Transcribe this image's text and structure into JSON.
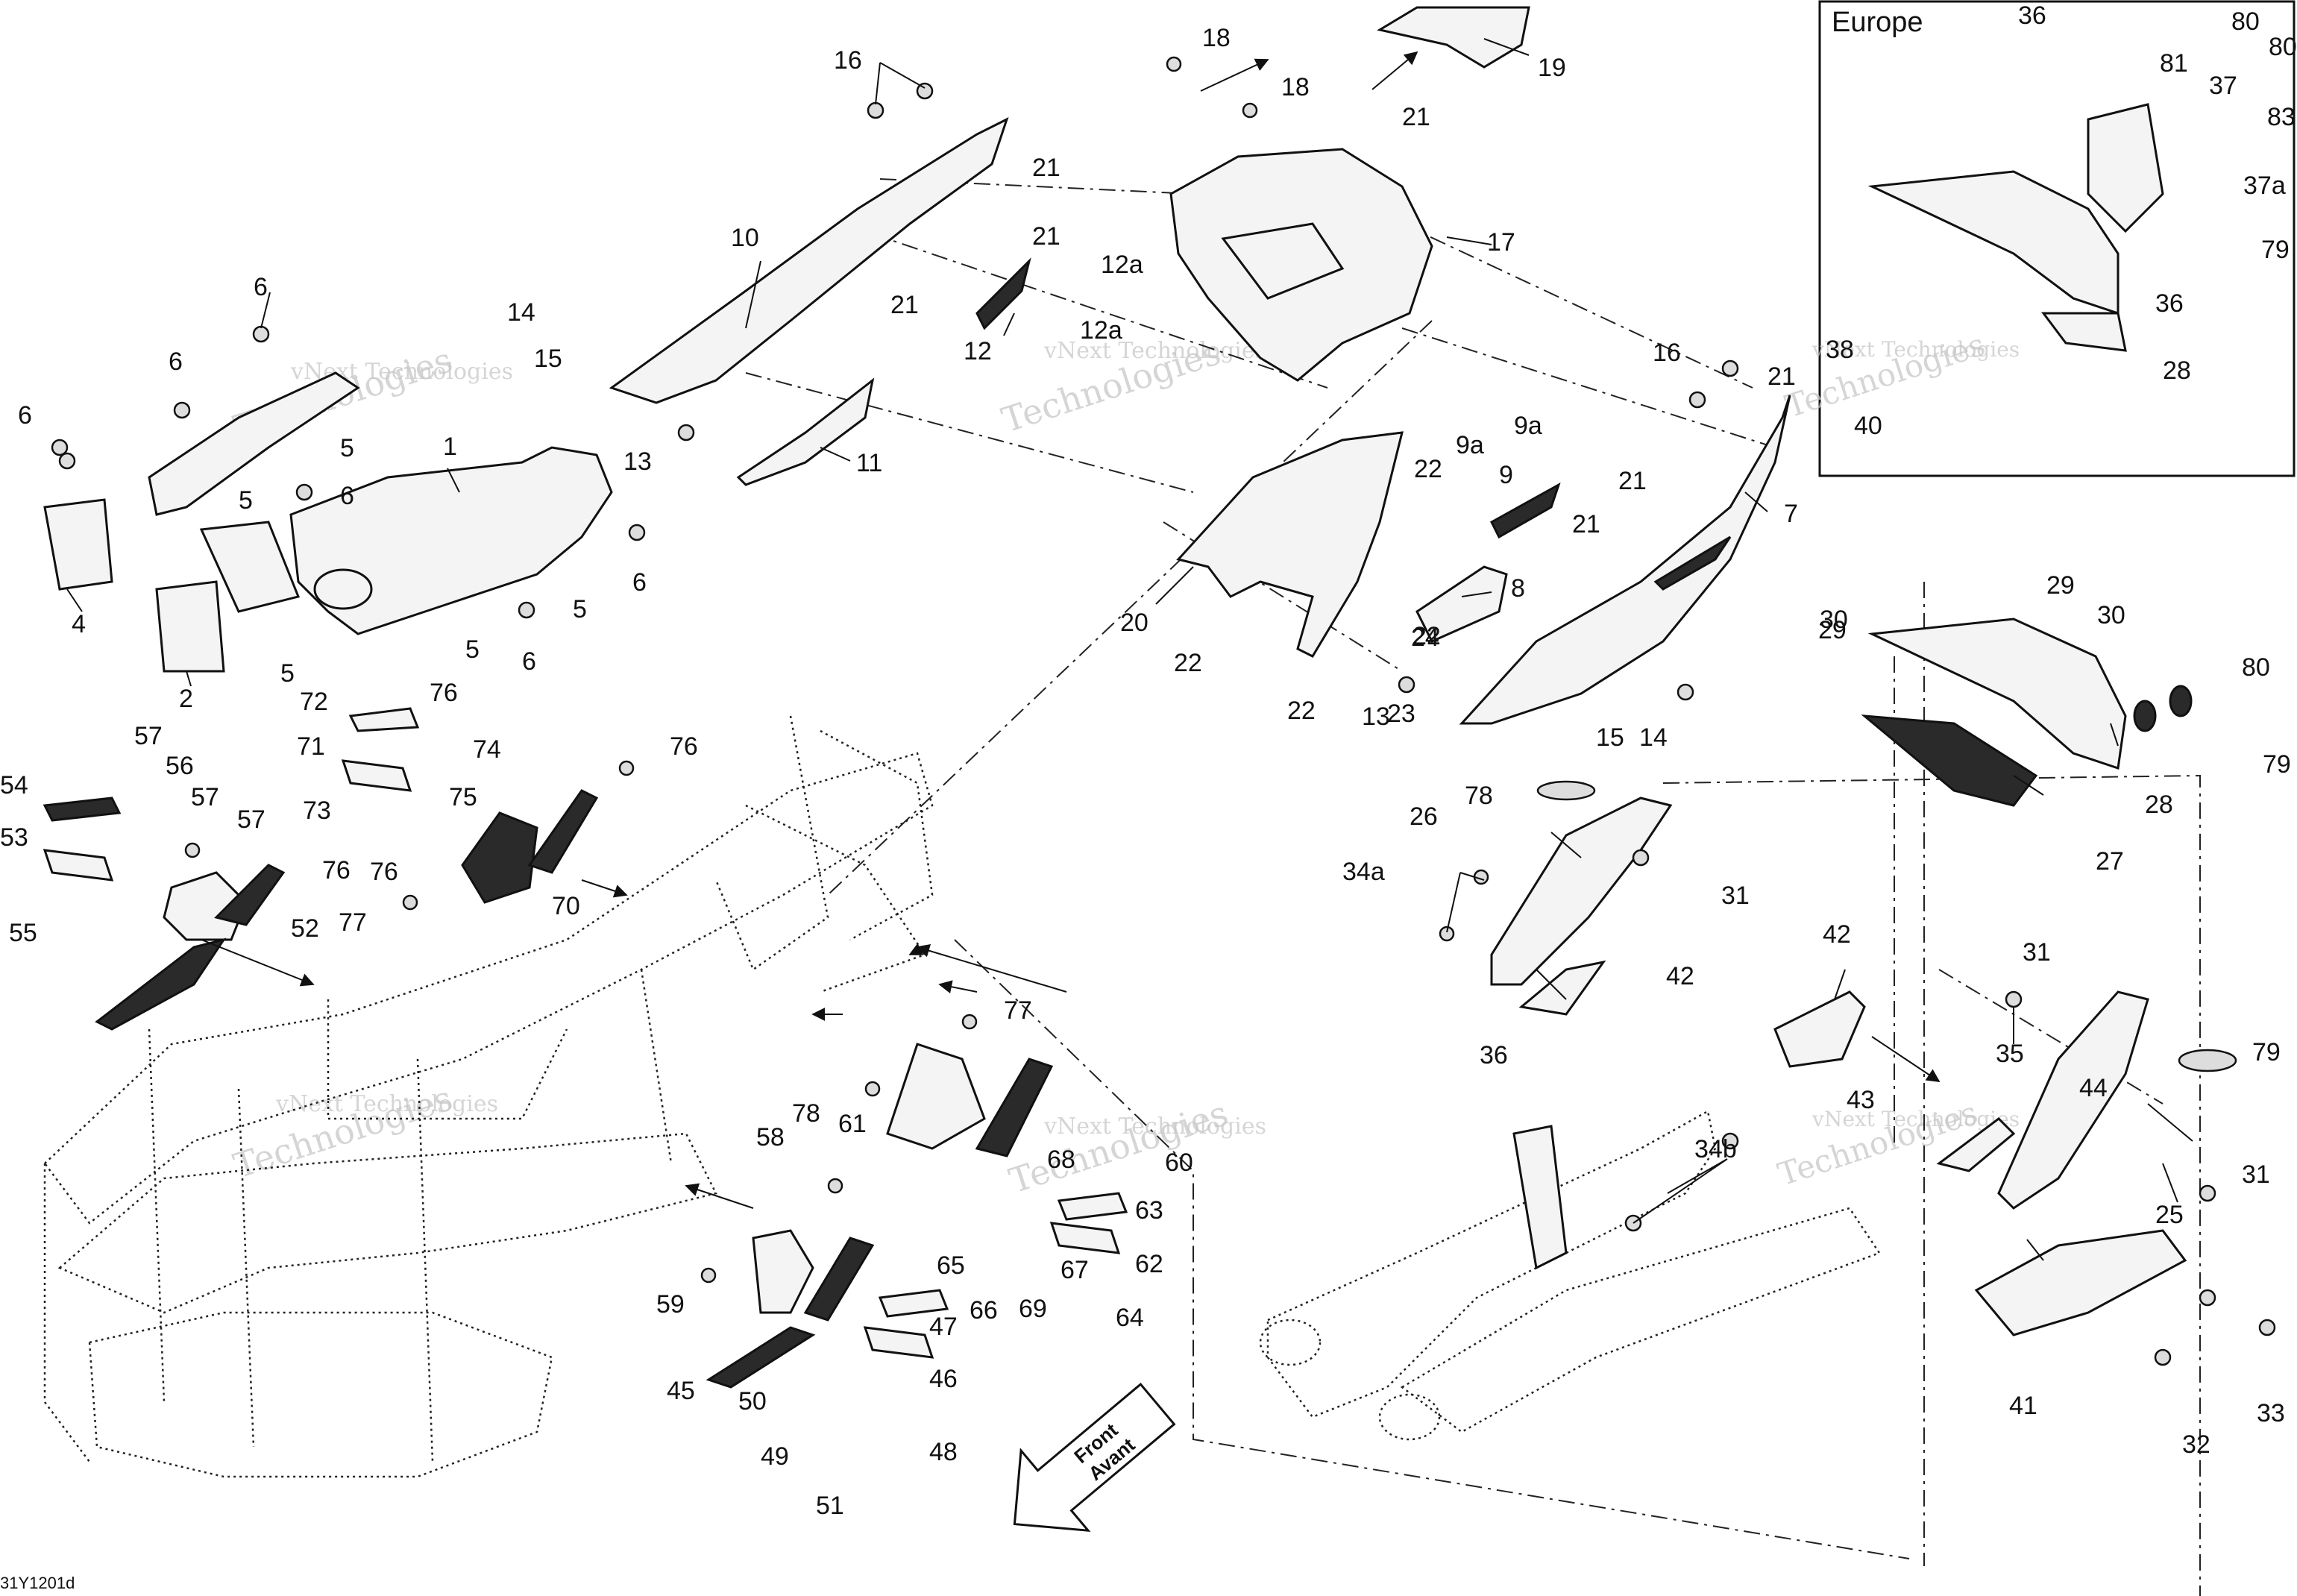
{
  "diagram": {
    "reference_code": "31Y1201d",
    "inset_region_label": "Europe",
    "front_indicator": {
      "line1": "Front",
      "line2": "Avant"
    },
    "watermark_text": [
      "vNext Technologies",
      "Technologies"
    ],
    "callouts": [
      {
        "id": "c1",
        "label": "1"
      },
      {
        "id": "c2",
        "label": "2"
      },
      {
        "id": "c4",
        "label": "4"
      },
      {
        "id": "c5a",
        "label": "5"
      },
      {
        "id": "c5b",
        "label": "5"
      },
      {
        "id": "c5c",
        "label": "5"
      },
      {
        "id": "c5d",
        "label": "5"
      },
      {
        "id": "c5e",
        "label": "5"
      },
      {
        "id": "c6a",
        "label": "6"
      },
      {
        "id": "c6b",
        "label": "6"
      },
      {
        "id": "c6c",
        "label": "6"
      },
      {
        "id": "c6d",
        "label": "6"
      },
      {
        "id": "c6e",
        "label": "6"
      },
      {
        "id": "c6f",
        "label": "6"
      },
      {
        "id": "c7",
        "label": "7"
      },
      {
        "id": "c8",
        "label": "8"
      },
      {
        "id": "c9",
        "label": "9"
      },
      {
        "id": "c9a1",
        "label": "9a"
      },
      {
        "id": "c9a2",
        "label": "9a"
      },
      {
        "id": "c10",
        "label": "10"
      },
      {
        "id": "c11",
        "label": "11"
      },
      {
        "id": "c12",
        "label": "12"
      },
      {
        "id": "c12a1",
        "label": "12a"
      },
      {
        "id": "c12a2",
        "label": "12a"
      },
      {
        "id": "c13a",
        "label": "13"
      },
      {
        "id": "c13b",
        "label": "13"
      },
      {
        "id": "c14a",
        "label": "14"
      },
      {
        "id": "c14b",
        "label": "14"
      },
      {
        "id": "c15a",
        "label": "15"
      },
      {
        "id": "c15b",
        "label": "15"
      },
      {
        "id": "c16a",
        "label": "16"
      },
      {
        "id": "c16b",
        "label": "16"
      },
      {
        "id": "c17",
        "label": "17"
      },
      {
        "id": "c18a",
        "label": "18"
      },
      {
        "id": "c18b",
        "label": "18"
      },
      {
        "id": "c19",
        "label": "19"
      },
      {
        "id": "c20",
        "label": "20"
      },
      {
        "id": "c21a",
        "label": "21"
      },
      {
        "id": "c21b",
        "label": "21"
      },
      {
        "id": "c21c",
        "label": "21"
      },
      {
        "id": "c21d",
        "label": "21"
      },
      {
        "id": "c21e",
        "label": "21"
      },
      {
        "id": "c21f",
        "label": "21"
      },
      {
        "id": "c21g",
        "label": "21"
      },
      {
        "id": "c22a",
        "label": "22"
      },
      {
        "id": "c22b",
        "label": "22"
      },
      {
        "id": "c22c",
        "label": "22"
      },
      {
        "id": "c22d",
        "label": "22"
      },
      {
        "id": "c23",
        "label": "23"
      },
      {
        "id": "c24",
        "label": "24"
      },
      {
        "id": "c25",
        "label": "25"
      },
      {
        "id": "c26",
        "label": "26"
      },
      {
        "id": "c27",
        "label": "27"
      },
      {
        "id": "c28a",
        "label": "28"
      },
      {
        "id": "c28b",
        "label": "28"
      },
      {
        "id": "c29a",
        "label": "29"
      },
      {
        "id": "c29b",
        "label": "29"
      },
      {
        "id": "c30a",
        "label": "30"
      },
      {
        "id": "c30b",
        "label": "30"
      },
      {
        "id": "c31a",
        "label": "31"
      },
      {
        "id": "c31b",
        "label": "31"
      },
      {
        "id": "c31c",
        "label": "31"
      },
      {
        "id": "c32",
        "label": "32"
      },
      {
        "id": "c33",
        "label": "33"
      },
      {
        "id": "c34a",
        "label": "34a"
      },
      {
        "id": "c34b",
        "label": "34b"
      },
      {
        "id": "c35",
        "label": "35"
      },
      {
        "id": "c36a",
        "label": "36"
      },
      {
        "id": "c36b",
        "label": "36"
      },
      {
        "id": "c36c",
        "label": "36"
      },
      {
        "id": "c37",
        "label": "37"
      },
      {
        "id": "c37a",
        "label": "37a"
      },
      {
        "id": "c38",
        "label": "38"
      },
      {
        "id": "c40",
        "label": "40"
      },
      {
        "id": "c41",
        "label": "41"
      },
      {
        "id": "c42a",
        "label": "42"
      },
      {
        "id": "c42b",
        "label": "42"
      },
      {
        "id": "c43",
        "label": "43"
      },
      {
        "id": "c44",
        "label": "44"
      },
      {
        "id": "c45",
        "label": "45"
      },
      {
        "id": "c46",
        "label": "46"
      },
      {
        "id": "c47",
        "label": "47"
      },
      {
        "id": "c48",
        "label": "48"
      },
      {
        "id": "c49",
        "label": "49"
      },
      {
        "id": "c50",
        "label": "50"
      },
      {
        "id": "c51",
        "label": "51"
      },
      {
        "id": "c52",
        "label": "52"
      },
      {
        "id": "c53",
        "label": "53"
      },
      {
        "id": "c54",
        "label": "54"
      },
      {
        "id": "c55",
        "label": "55"
      },
      {
        "id": "c56",
        "label": "56"
      },
      {
        "id": "c57a",
        "label": "57"
      },
      {
        "id": "c57b",
        "label": "57"
      },
      {
        "id": "c57c",
        "label": "57"
      },
      {
        "id": "c58",
        "label": "58"
      },
      {
        "id": "c59",
        "label": "59"
      },
      {
        "id": "c60",
        "label": "60"
      },
      {
        "id": "c61",
        "label": "61"
      },
      {
        "id": "c62",
        "label": "62"
      },
      {
        "id": "c63",
        "label": "63"
      },
      {
        "id": "c64",
        "label": "64"
      },
      {
        "id": "c65",
        "label": "65"
      },
      {
        "id": "c66",
        "label": "66"
      },
      {
        "id": "c67",
        "label": "67"
      },
      {
        "id": "c68",
        "label": "68"
      },
      {
        "id": "c69",
        "label": "69"
      },
      {
        "id": "c70",
        "label": "70"
      },
      {
        "id": "c71",
        "label": "71"
      },
      {
        "id": "c72",
        "label": "72"
      },
      {
        "id": "c73",
        "label": "73"
      },
      {
        "id": "c74",
        "label": "74"
      },
      {
        "id": "c75",
        "label": "75"
      },
      {
        "id": "c76a",
        "label": "76"
      },
      {
        "id": "c76b",
        "label": "76"
      },
      {
        "id": "c76c",
        "label": "76"
      },
      {
        "id": "c76d",
        "label": "76"
      },
      {
        "id": "c77a",
        "label": "77"
      },
      {
        "id": "c77b",
        "label": "77"
      },
      {
        "id": "c78a",
        "label": "78"
      },
      {
        "id": "c78b",
        "label": "78"
      },
      {
        "id": "c79a",
        "label": "79"
      },
      {
        "id": "c79b",
        "label": "79"
      },
      {
        "id": "c79c",
        "label": "79"
      },
      {
        "id": "c80a",
        "label": "80"
      },
      {
        "id": "c80b",
        "label": "80"
      },
      {
        "id": "c80c",
        "label": "80"
      },
      {
        "id": "c81",
        "label": "81"
      },
      {
        "id": "c83",
        "label": "83"
      }
    ]
  }
}
